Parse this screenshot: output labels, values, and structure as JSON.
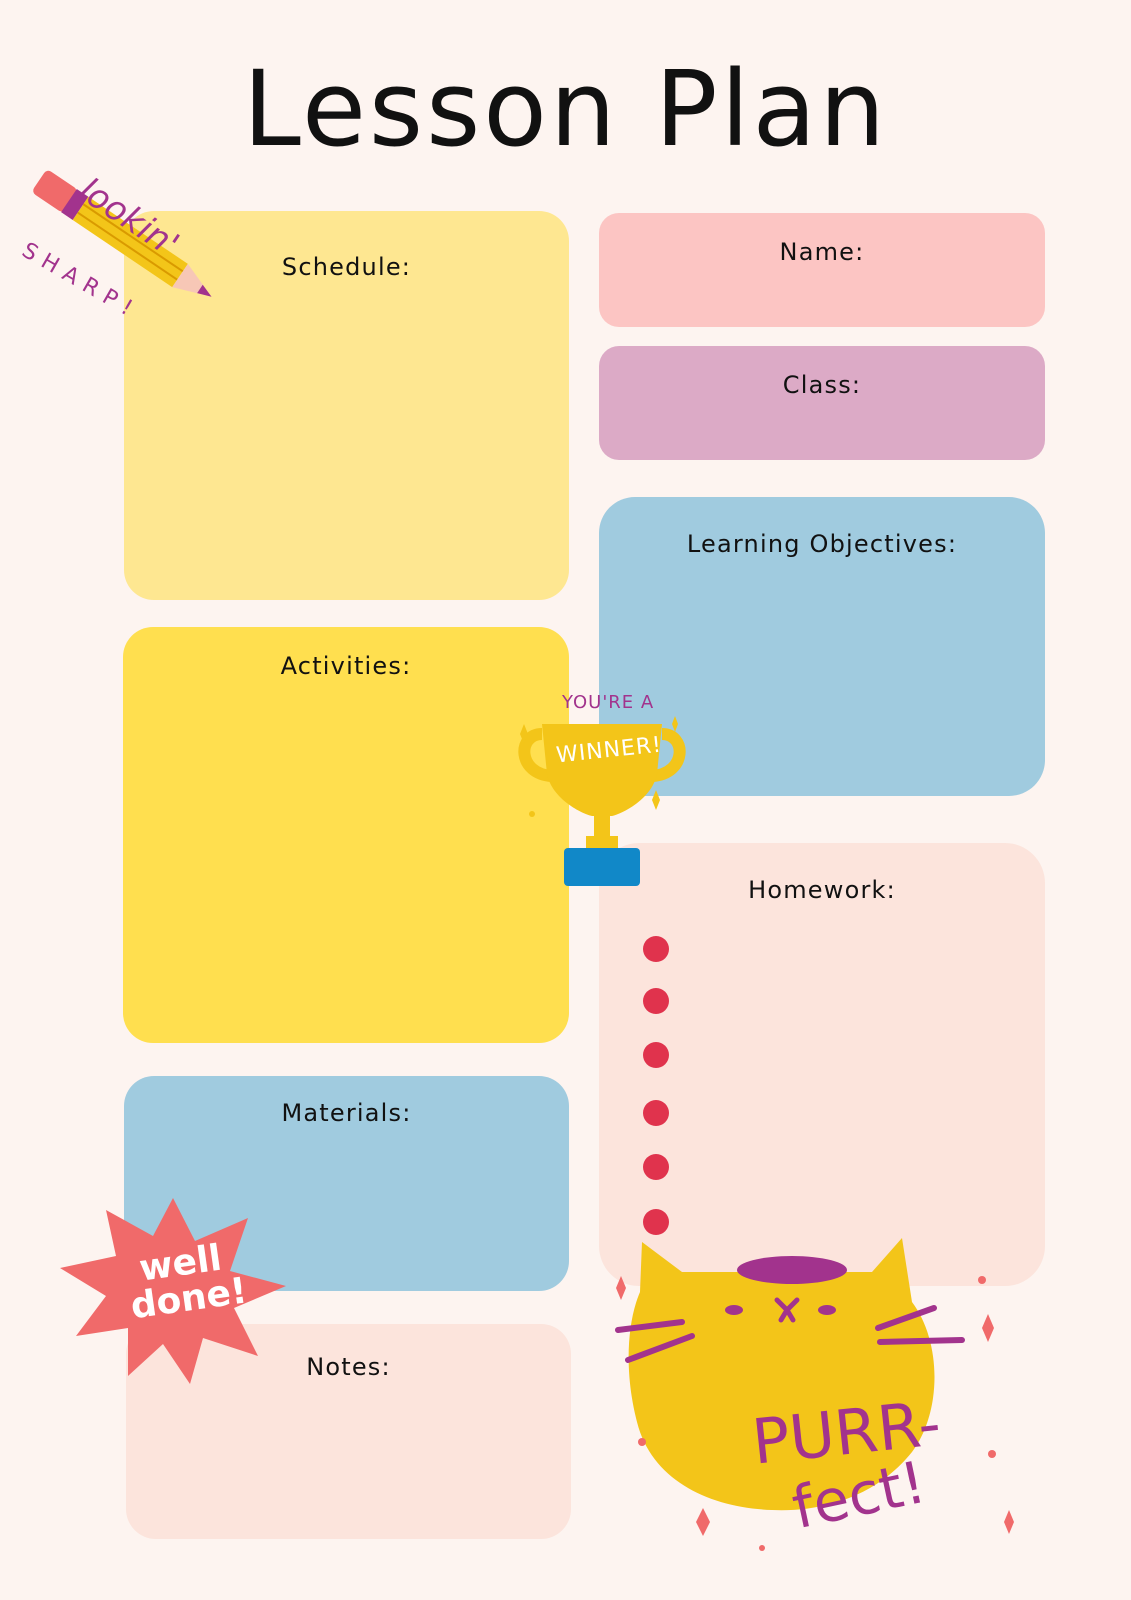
{
  "title": "Lesson Plan",
  "sections": {
    "schedule": "Schedule:",
    "name": "Name:",
    "class": "Class:",
    "objectives": "Learning Objectives:",
    "activities": "Activities:",
    "homework": "Homework:",
    "materials": "Materials:",
    "notes": "Notes:"
  },
  "homework_bullets": 6,
  "stickers": {
    "pencil": {
      "line1": "lookin'",
      "line2": "SHARP!"
    },
    "trophy": {
      "line1": "YOU'RE A",
      "line2": "WINNER!"
    },
    "well_done": {
      "line1": "well",
      "line2": "done!"
    },
    "cat": {
      "line1": "PURR-",
      "line2": "fect!"
    }
  },
  "colors": {
    "background": "#fdf4f0",
    "schedule": "#fee791",
    "name": "#fcc5c3",
    "class": "#dcaac6",
    "blue": "#a0cbdf",
    "activities": "#ffdf4f",
    "pink": "#fce4dc",
    "bullet": "#e0334d",
    "purple": "#a2338d",
    "yellow": "#f3c519",
    "coral": "#f06a6a",
    "trophy_base": "#1188c8"
  },
  "icons": [
    "pencil-icon",
    "trophy-icon",
    "starburst-icon",
    "cat-icon"
  ]
}
